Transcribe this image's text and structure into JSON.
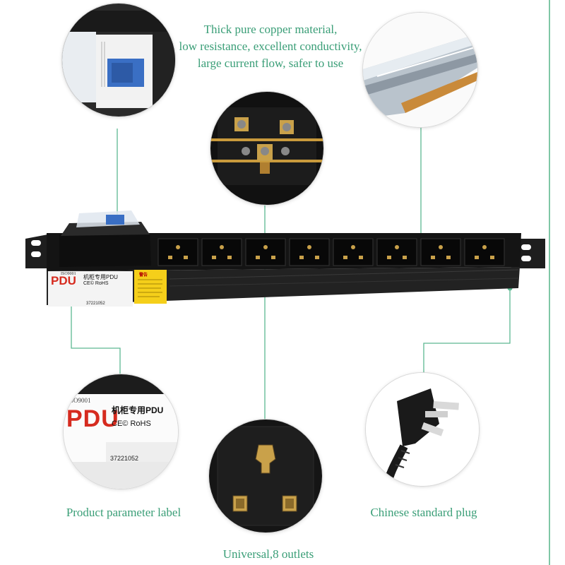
{
  "captions": {
    "copper": [
      "Thick pure copper material,",
      "low resistance, excellent conductivity,",
      "large current flow, safer to use"
    ],
    "label": "Product parameter label",
    "plug": "Chinese standard plug",
    "outlets": "Universal,8 outlets"
  },
  "product_label": {
    "iso": "ISO9001",
    "brand": "PDU",
    "chinese_title": "机柜专用PDU",
    "certs": "CE© RoHS",
    "serial": "37221052",
    "warning_cn": "警告"
  },
  "colors": {
    "accent": "#3a9e77",
    "leader": "#5cb891",
    "pdu_body": "#1a1a1a",
    "breaker": "#3a6fc4",
    "brand_red": "#d62b1f",
    "warning_yellow": "#f5cf1a"
  },
  "outlet_count": 8
}
